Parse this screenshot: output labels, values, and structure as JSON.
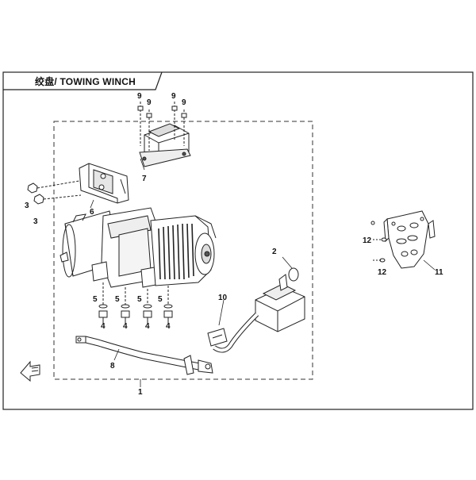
{
  "header": {
    "title": "绞盘/ TOWING WINCH"
  },
  "callouts": {
    "c1": "1",
    "c2": "2",
    "c3a": "3",
    "c3b": "3",
    "c4a": "4",
    "c4b": "4",
    "c4c": "4",
    "c4d": "4",
    "c5a": "5",
    "c5b": "5",
    "c5c": "5",
    "c5d": "5",
    "c6": "6",
    "c7": "7",
    "c8": "8",
    "c9a": "9",
    "c9b": "9",
    "c9c": "9",
    "c9d": "9",
    "c10": "10",
    "c11": "11",
    "c12a": "12",
    "c12b": "12"
  }
}
